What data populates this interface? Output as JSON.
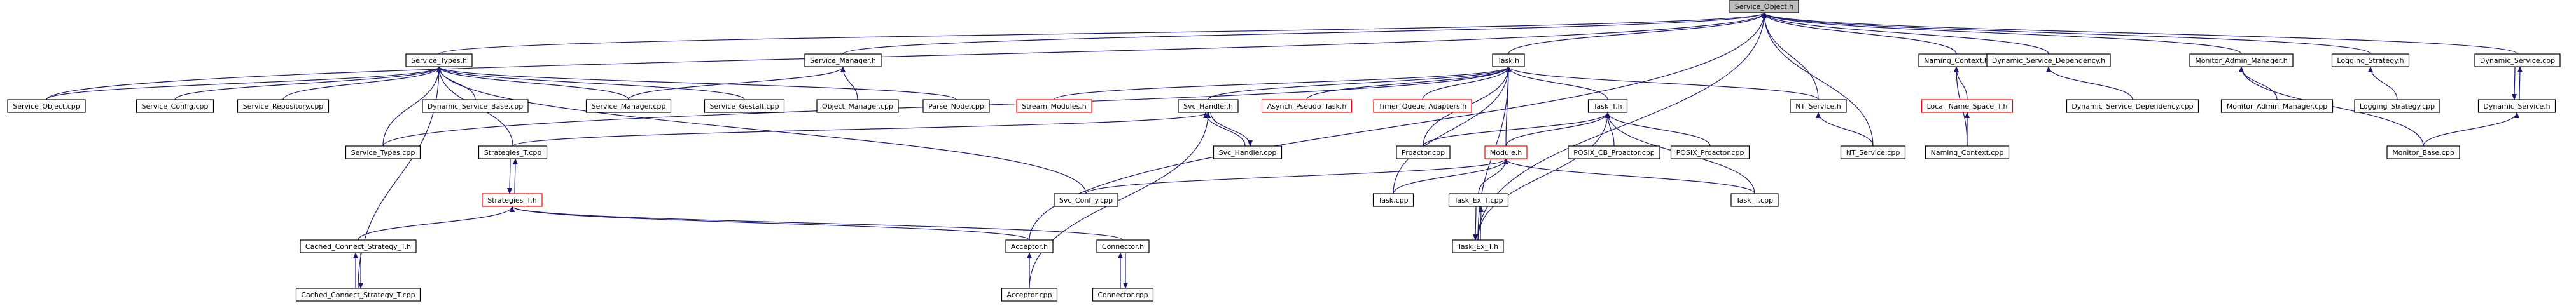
{
  "graph": {
    "nodes": [
      {
        "id": "service_object_h",
        "label": "Service_Object.h",
        "style": "root"
      },
      {
        "id": "service_types_h",
        "label": "Service_Types.h"
      },
      {
        "id": "service_manager_h",
        "label": "Service_Manager.h"
      },
      {
        "id": "task_h",
        "label": "Task.h"
      },
      {
        "id": "naming_context_h",
        "label": "Naming_Context.h"
      },
      {
        "id": "dynamic_service_dependency_h",
        "label": "Dynamic_Service_Dependency.h"
      },
      {
        "id": "monitor_admin_manager_h",
        "label": "Monitor_Admin_Manager.h"
      },
      {
        "id": "logging_strategy_h",
        "label": "Logging_Strategy.h"
      },
      {
        "id": "dynamic_service_cpp",
        "label": "Dynamic_Service.cpp"
      },
      {
        "id": "service_object_cpp",
        "label": "Service_Object.cpp"
      },
      {
        "id": "service_config_cpp",
        "label": "Service_Config.cpp"
      },
      {
        "id": "service_repository_cpp",
        "label": "Service_Repository.cpp"
      },
      {
        "id": "dynamic_service_base_cpp",
        "label": "Dynamic_Service_Base.cpp"
      },
      {
        "id": "service_manager_cpp",
        "label": "Service_Manager.cpp"
      },
      {
        "id": "service_gestalt_cpp",
        "label": "Service_Gestalt.cpp"
      },
      {
        "id": "object_manager_cpp",
        "label": "Object_Manager.cpp"
      },
      {
        "id": "parse_node_cpp",
        "label": "Parse_Node.cpp"
      },
      {
        "id": "stream_modules_h",
        "label": "Stream_Modules.h",
        "style": "red"
      },
      {
        "id": "svc_handler_h",
        "label": "Svc_Handler.h"
      },
      {
        "id": "asynch_pseudo_task_h",
        "label": "Asynch_Pseudo_Task.h",
        "style": "red"
      },
      {
        "id": "timer_queue_adapters_h",
        "label": "Timer_Queue_Adapters.h",
        "style": "red"
      },
      {
        "id": "task_t_h",
        "label": "Task_T.h"
      },
      {
        "id": "nt_service_h",
        "label": "NT_Service.h"
      },
      {
        "id": "local_name_space_t_h",
        "label": "Local_Name_Space_T.h",
        "style": "red"
      },
      {
        "id": "dynamic_service_dependency_cpp",
        "label": "Dynamic_Service_Dependency.cpp"
      },
      {
        "id": "monitor_admin_manager_cpp",
        "label": "Monitor_Admin_Manager.cpp"
      },
      {
        "id": "logging_strategy_cpp",
        "label": "Logging_Strategy.cpp"
      },
      {
        "id": "dynamic_service_h",
        "label": "Dynamic_Service.h"
      },
      {
        "id": "service_types_cpp",
        "label": "Service_Types.cpp"
      },
      {
        "id": "strategies_t_cpp",
        "label": "Strategies_T.cpp"
      },
      {
        "id": "svc_handler_cpp",
        "label": "Svc_Handler.cpp"
      },
      {
        "id": "proactor_cpp",
        "label": "Proactor.cpp"
      },
      {
        "id": "module_h",
        "label": "Module.h",
        "style": "red"
      },
      {
        "id": "posix_cb_proactor_cpp",
        "label": "POSIX_CB_Proactor.cpp"
      },
      {
        "id": "posix_proactor_cpp",
        "label": "POSIX_Proactor.cpp"
      },
      {
        "id": "nt_service_cpp",
        "label": "NT_Service.cpp"
      },
      {
        "id": "naming_context_cpp",
        "label": "Naming_Context.cpp"
      },
      {
        "id": "monitor_base_cpp",
        "label": "Monitor_Base.cpp"
      },
      {
        "id": "strategies_t_h",
        "label": "Strategies_T.h",
        "style": "red"
      },
      {
        "id": "svc_conf_y_cpp",
        "label": "Svc_Conf_y.cpp"
      },
      {
        "id": "task_cpp",
        "label": "Task.cpp"
      },
      {
        "id": "task_ex_t_cpp",
        "label": "Task_Ex_T.cpp"
      },
      {
        "id": "task_t_cpp",
        "label": "Task_T.cpp"
      },
      {
        "id": "cached_connect_strategy_t_h",
        "label": "Cached_Connect_Strategy_T.h"
      },
      {
        "id": "acceptor_h",
        "label": "Acceptor.h"
      },
      {
        "id": "connector_h",
        "label": "Connector.h"
      },
      {
        "id": "task_ex_t_h",
        "label": "Task_Ex_T.h"
      },
      {
        "id": "cached_connect_strategy_t_cpp",
        "label": "Cached_Connect_Strategy_T.cpp"
      },
      {
        "id": "acceptor_cpp",
        "label": "Acceptor.cpp"
      },
      {
        "id": "connector_cpp",
        "label": "Connector.cpp"
      }
    ],
    "edges": [
      [
        "service_types_h",
        "service_object_h"
      ],
      [
        "service_manager_h",
        "service_object_h"
      ],
      [
        "task_h",
        "service_object_h"
      ],
      [
        "naming_context_h",
        "service_object_h"
      ],
      [
        "dynamic_service_dependency_h",
        "service_object_h"
      ],
      [
        "monitor_admin_manager_h",
        "service_object_h"
      ],
      [
        "logging_strategy_h",
        "service_object_h"
      ],
      [
        "dynamic_service_cpp",
        "service_object_h"
      ],
      [
        "service_object_cpp",
        "service_object_h"
      ],
      [
        "nt_service_h",
        "service_object_h"
      ],
      [
        "nt_service_cpp",
        "service_object_h"
      ],
      [
        "acceptor_h",
        "service_object_h"
      ],
      [
        "task_ex_t_h",
        "service_object_h"
      ],
      [
        "service_object_cpp",
        "service_types_h"
      ],
      [
        "service_config_cpp",
        "service_types_h"
      ],
      [
        "service_repository_cpp",
        "service_types_h"
      ],
      [
        "dynamic_service_base_cpp",
        "service_types_h"
      ],
      [
        "service_manager_cpp",
        "service_types_h"
      ],
      [
        "service_gestalt_cpp",
        "service_types_h"
      ],
      [
        "parse_node_cpp",
        "service_types_h"
      ],
      [
        "service_types_cpp",
        "service_types_h"
      ],
      [
        "strategies_t_cpp",
        "service_types_h"
      ],
      [
        "svc_conf_y_cpp",
        "service_types_h"
      ],
      [
        "cached_connect_strategy_t_cpp",
        "service_types_h"
      ],
      [
        "service_manager_cpp",
        "service_manager_h"
      ],
      [
        "object_manager_cpp",
        "service_manager_h"
      ],
      [
        "service_types_cpp",
        "task_h"
      ],
      [
        "stream_modules_h",
        "task_h"
      ],
      [
        "svc_handler_h",
        "task_h"
      ],
      [
        "asynch_pseudo_task_h",
        "task_h"
      ],
      [
        "timer_queue_adapters_h",
        "task_h"
      ],
      [
        "task_t_h",
        "task_h"
      ],
      [
        "nt_service_h",
        "task_h"
      ],
      [
        "proactor_cpp",
        "task_h"
      ],
      [
        "module_h",
        "task_h"
      ],
      [
        "task_cpp",
        "task_h"
      ],
      [
        "task_ex_t_h",
        "task_h"
      ],
      [
        "local_name_space_t_h",
        "naming_context_h"
      ],
      [
        "naming_context_cpp",
        "naming_context_h"
      ],
      [
        "dynamic_service_dependency_cpp",
        "dynamic_service_dependency_h"
      ],
      [
        "monitor_admin_manager_cpp",
        "monitor_admin_manager_h"
      ],
      [
        "monitor_base_cpp",
        "monitor_admin_manager_h"
      ],
      [
        "logging_strategy_cpp",
        "logging_strategy_h"
      ],
      [
        "dynamic_service_h",
        "dynamic_service_cpp"
      ],
      [
        "dynamic_service_cpp",
        "dynamic_service_h"
      ],
      [
        "monitor_base_cpp",
        "dynamic_service_h"
      ],
      [
        "naming_context_cpp",
        "local_name_space_t_h"
      ],
      [
        "nt_service_cpp",
        "nt_service_h"
      ],
      [
        "svc_handler_cpp",
        "svc_handler_h"
      ],
      [
        "svc_handler_h",
        "svc_handler_cpp"
      ],
      [
        "strategies_t_cpp",
        "svc_handler_h"
      ],
      [
        "acceptor_cpp",
        "svc_handler_h"
      ],
      [
        "proactor_cpp",
        "task_t_h"
      ],
      [
        "module_h",
        "task_t_h"
      ],
      [
        "posix_cb_proactor_cpp",
        "task_t_h"
      ],
      [
        "posix_proactor_cpp",
        "task_t_h"
      ],
      [
        "task_t_cpp",
        "task_t_h"
      ],
      [
        "task_ex_t_h",
        "task_t_h"
      ],
      [
        "svc_conf_y_cpp",
        "module_h"
      ],
      [
        "task_cpp",
        "module_h"
      ],
      [
        "task_ex_t_cpp",
        "module_h"
      ],
      [
        "task_t_cpp",
        "module_h"
      ],
      [
        "strategies_t_h",
        "strategies_t_cpp"
      ],
      [
        "strategies_t_cpp",
        "strategies_t_h"
      ],
      [
        "cached_connect_strategy_t_h",
        "strategies_t_h"
      ],
      [
        "acceptor_h",
        "strategies_t_h"
      ],
      [
        "connector_h",
        "strategies_t_h"
      ],
      [
        "task_ex_t_h",
        "task_ex_t_cpp"
      ],
      [
        "task_ex_t_cpp",
        "task_ex_t_h"
      ],
      [
        "cached_connect_strategy_t_cpp",
        "cached_connect_strategy_t_h"
      ],
      [
        "cached_connect_strategy_t_h",
        "cached_connect_strategy_t_cpp"
      ],
      [
        "acceptor_cpp",
        "acceptor_h"
      ],
      [
        "connector_cpp",
        "connector_h"
      ],
      [
        "connector_h",
        "connector_cpp"
      ]
    ]
  }
}
